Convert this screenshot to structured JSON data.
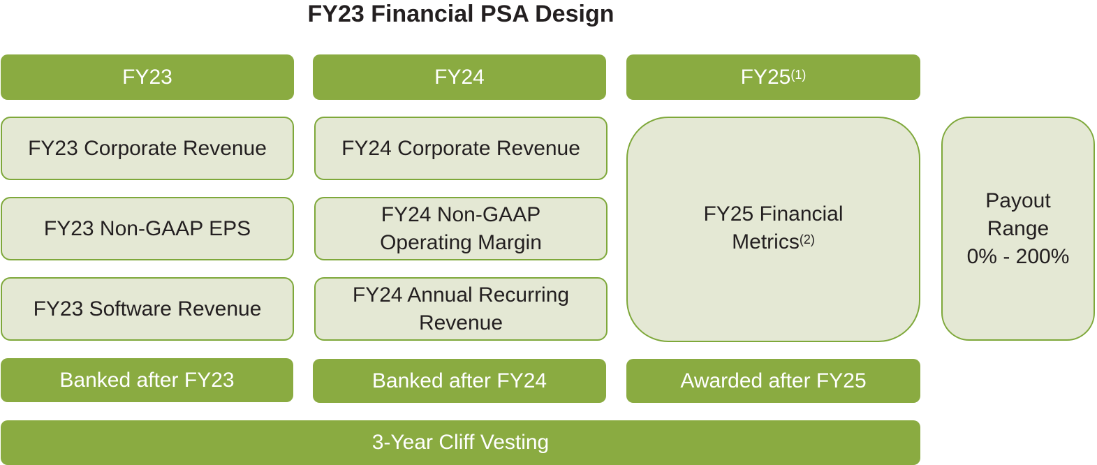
{
  "title": "FY23 Financial PSA Design",
  "columns": [
    {
      "header": "FY23",
      "header_sup": "",
      "metrics": [
        "FY23 Corporate Revenue",
        "FY23 Non-GAAP EPS",
        "FY23 Software Revenue"
      ],
      "footer": "Banked after FY23"
    },
    {
      "header": "FY24",
      "header_sup": "",
      "metrics": [
        "FY24 Corporate Revenue",
        "FY24 Non-GAAP Operating Margin",
        "FY24 Annual Recurring Revenue"
      ],
      "footer": "Banked after FY24"
    },
    {
      "header": "FY25",
      "header_sup": "(1)",
      "metric_line1": "FY25 Financial",
      "metric_line2": "Metrics",
      "metric_sup": "(2)",
      "footer": "Awarded after FY25"
    }
  ],
  "payout": {
    "line1": "Payout",
    "line2": "Range",
    "line3": "0% - 200%"
  },
  "vesting": "3-Year Cliff Vesting",
  "colors": {
    "dark_green": "#8aab41",
    "light_green": "#e4e8d4",
    "border_green": "#7ea83a"
  }
}
